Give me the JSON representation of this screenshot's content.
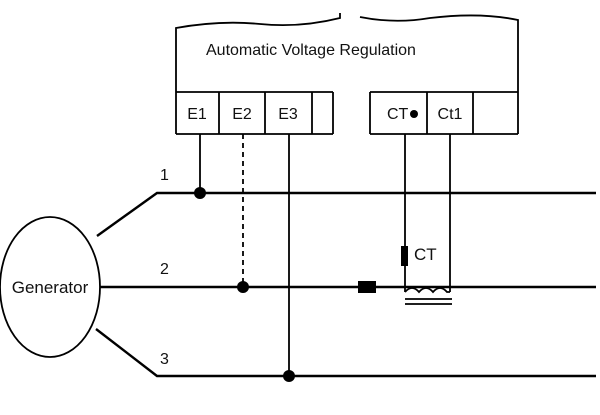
{
  "avr": {
    "title": "Automatic Voltage Regulation",
    "terminals_left": [
      "E1",
      "E2",
      "E3",
      ""
    ],
    "terminals_right": [
      "CT",
      "Ct1",
      ""
    ]
  },
  "generator": {
    "label": "Generator"
  },
  "lines": {
    "l1": "1",
    "l2": "2",
    "l3": "3"
  },
  "ct": {
    "label": "CT"
  }
}
